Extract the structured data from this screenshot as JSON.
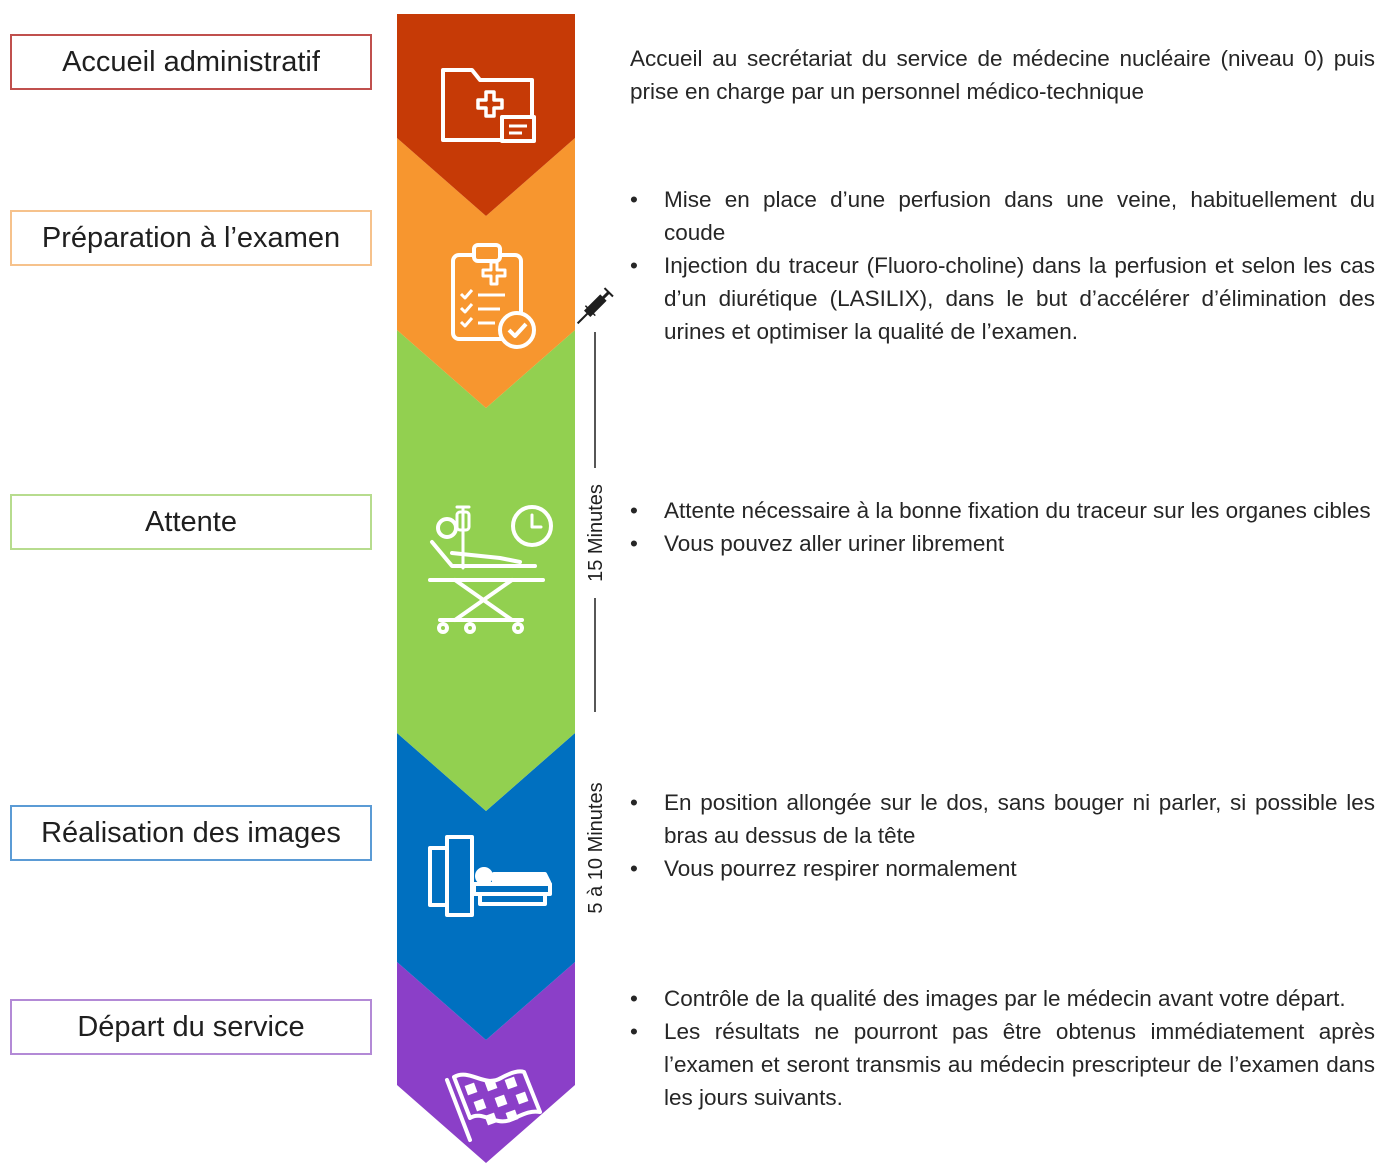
{
  "steps": [
    {
      "label": "Accueil administratif",
      "color": "#C63A06",
      "border": "#C0504D",
      "icon": "medical-folder-icon"
    },
    {
      "label": "Préparation à l’examen",
      "color": "#F7962F",
      "border": "#F6C28C",
      "icon": "clipboard-checklist-icon"
    },
    {
      "label": "Attente",
      "color": "#92D050",
      "border": "#B7DC8E",
      "icon": "hospital-bed-clock-icon"
    },
    {
      "label": "Réalisation des images",
      "color": "#0070C0",
      "border": "#5B9BD5",
      "icon": "scanner-icon"
    },
    {
      "label": "Départ du service",
      "color": "#8B3FC8",
      "border": "#B38AD6",
      "icon": "checkered-flag-icon"
    }
  ],
  "descriptions": {
    "accueil": "Accueil au secrétariat du service de médecine nucléaire (niveau 0) puis prise en charge par un personnel médico-technique",
    "preparation": [
      "Mise en place d’une perfusion dans une veine, habituellement du coude",
      "Injection du traceur (Fluoro-choline) dans la perfusion et selon les cas d’un diurétique (LASILIX), dans le but d’accélérer d’élimination des urines et optimiser la qualité de l’examen."
    ],
    "attente": [
      "Attente nécessaire à la bonne fixation du traceur sur les organes cibles",
      "Vous pouvez aller uriner librement"
    ],
    "realisation": [
      "En position allongée sur le dos, sans bouger ni parler, si possible les bras au dessus de la tête",
      "Vous pourrez respirer normalement"
    ],
    "depart": [
      "Contrôle de la qualité des images par le médecin avant votre départ.",
      "Les résultats ne pourront pas être obtenus immédiatement après l’examen et seront transmis au médecin prescripteur de l’examen dans les jours suivants."
    ]
  },
  "durations": {
    "attente": "15 Minutes",
    "images": "5 à 10 Minutes"
  },
  "timeline_icon": "syringe-icon"
}
